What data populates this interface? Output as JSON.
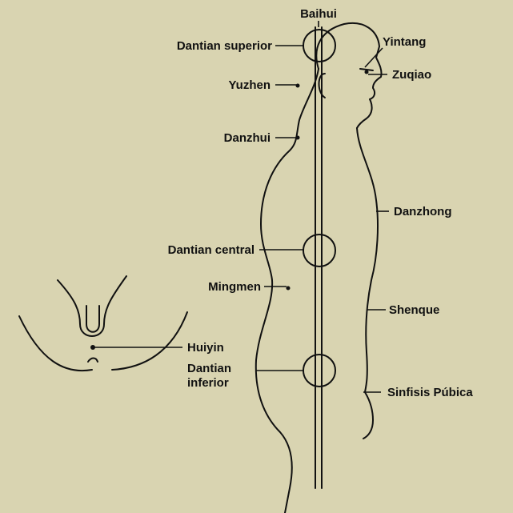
{
  "colors": {
    "background": "#d9d4b1",
    "stroke": "#111111"
  },
  "labels": {
    "baihui": "Baihui",
    "dantian_superior": "Dantian superior",
    "yintang": "Yintang",
    "zuqiao": "Zuqiao",
    "yuzhen": "Yuzhen",
    "danzhui": "Danzhui",
    "danzhong": "Danzhong",
    "dantian_central": "Dantian central",
    "mingmen": "Mingmen",
    "shenque": "Shenque",
    "huiyin": "Huiyin",
    "dantian_inferior_line1": "Dantian",
    "dantian_inferior_line2": "inferior",
    "sinfisis_publica": "Sinfisis Púbica"
  }
}
